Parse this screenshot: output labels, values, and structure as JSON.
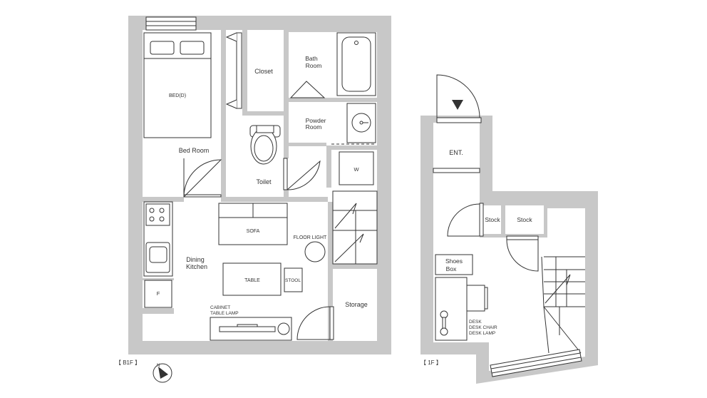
{
  "plan_b1f": {
    "floor_tag": "【 B1F 】",
    "compass_letter": "N",
    "rooms": {
      "bed": "BED(D)",
      "bed_room": "Bed Room",
      "closet": "Closet",
      "bath_1": "Bath",
      "bath_2": "Room",
      "powder_1": "Powder",
      "powder_2": "Room",
      "toilet": "Toilet",
      "washer": "W",
      "sofa": "SOFA",
      "floor_light": "FLOOR LIGHT",
      "dining_1": "Dining",
      "dining_2": "Kitchen",
      "table": "TABLE",
      "stool": "STOOL",
      "fridge": "F",
      "cabinet_1": "CABINET",
      "cabinet_2": "TABLE LAMP",
      "storage": "Storage"
    }
  },
  "plan_1f": {
    "floor_tag": "【 1F 】",
    "rooms": {
      "entrance": "ENT.",
      "stock_1": "Stock",
      "stock_2": "Stock",
      "shoes_1": "Shoes",
      "shoes_2": "Box",
      "desk_1": "DESK",
      "desk_2": "DESK CHAIR",
      "desk_3": "DESK LAMP"
    }
  },
  "colors": {
    "wall": "#c8c8c8",
    "line": "#333333",
    "background": "#ffffff"
  }
}
